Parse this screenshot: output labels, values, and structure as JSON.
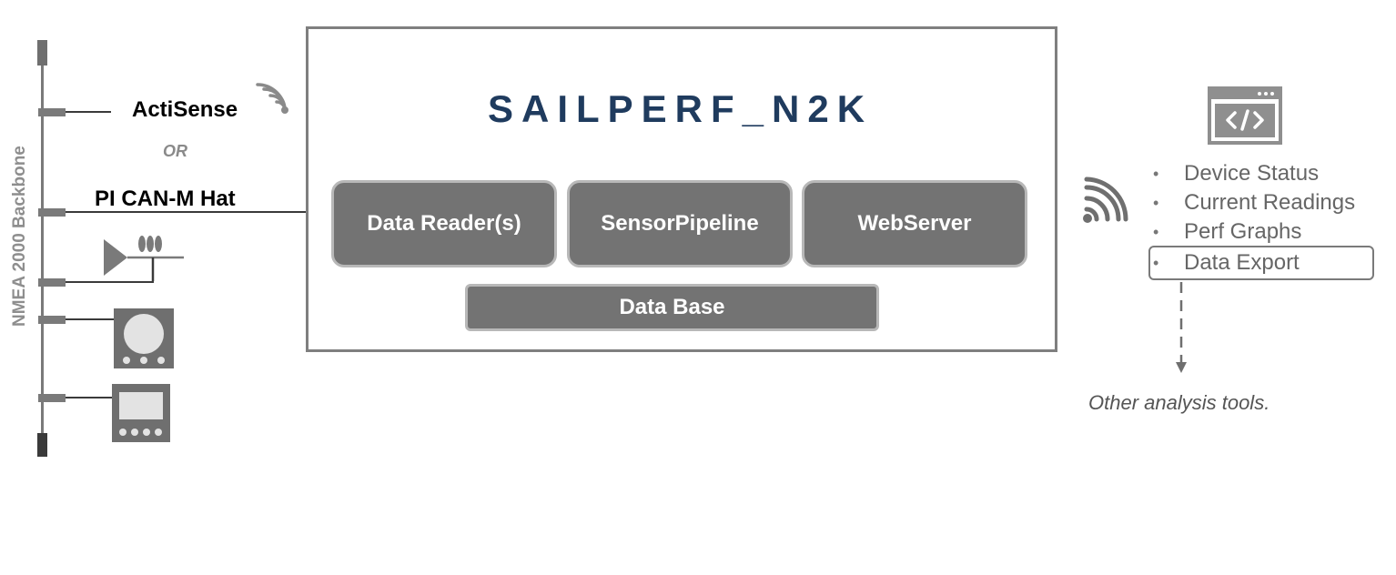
{
  "backbone": {
    "label": "NMEA 2000 Backbone"
  },
  "devices": {
    "actisense_label": "ActiSense",
    "or_label": "OR",
    "pican_label": "PI CAN-M Hat"
  },
  "system": {
    "title": "SAILPERF_N2K",
    "modules": [
      "Data Reader(s)",
      "SensorPipeline",
      "WebServer"
    ],
    "database": "Data Base"
  },
  "web_client": {
    "features": [
      "Device Status",
      "Current Readings",
      "Perf Graphs",
      "Data Export"
    ],
    "bullet": "•",
    "other_tools": "Other analysis tools."
  },
  "icons": {
    "actisense_wireless": "wireless-signal-icon",
    "web_wireless": "wireless-signal-icon",
    "code_window": "code-window-icon",
    "antenna_sensor": "antenna-sensor-icon",
    "gauge": "round-gauge-instrument-icon",
    "display": "display-instrument-icon"
  }
}
